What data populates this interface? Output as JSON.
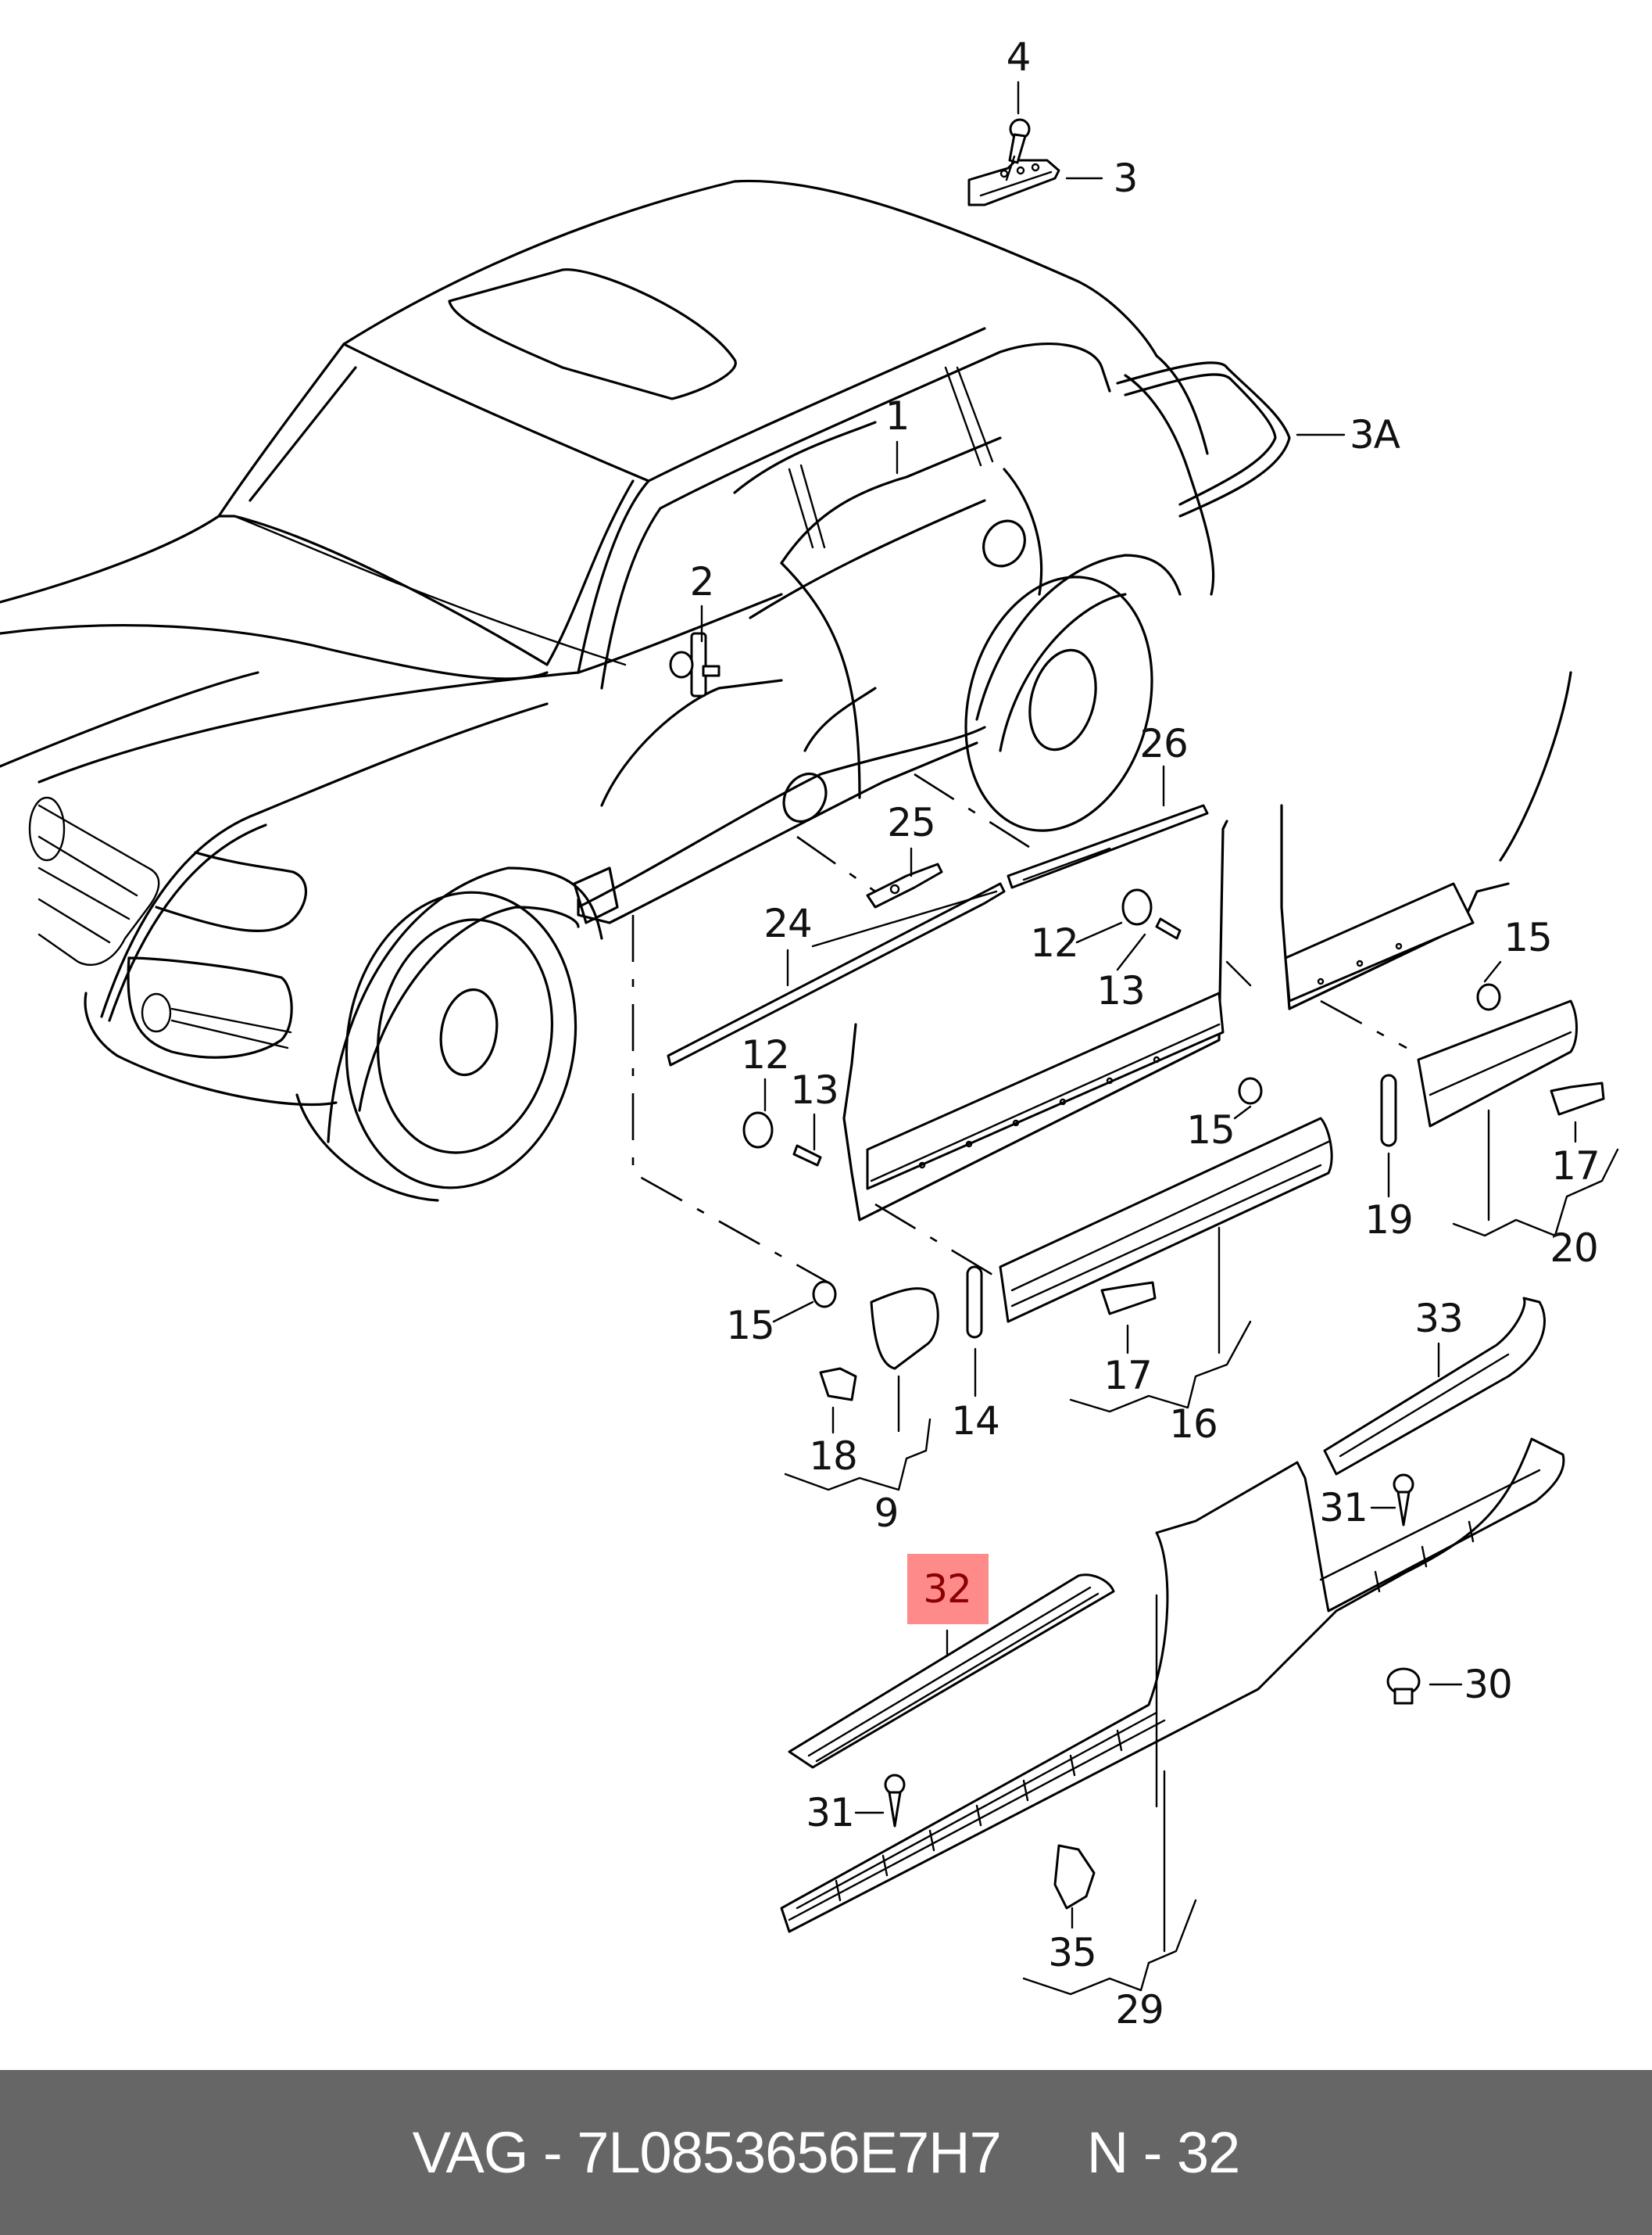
{
  "diagram": {
    "title": "Volkswagen Touareg side sill & moulding parts diagram",
    "highlight_color": "#ff8a8a",
    "highlight_text_color": "#8b0000",
    "highlighted_part": "32",
    "callouts": [
      {
        "id": "4",
        "text": "4"
      },
      {
        "id": "3",
        "text": "3"
      },
      {
        "id": "3A",
        "text": "3A"
      },
      {
        "id": "1",
        "text": "1"
      },
      {
        "id": "2",
        "text": "2"
      },
      {
        "id": "26",
        "text": "26"
      },
      {
        "id": "25",
        "text": "25"
      },
      {
        "id": "24",
        "text": "24"
      },
      {
        "id": "12a",
        "text": "12"
      },
      {
        "id": "13a",
        "text": "13"
      },
      {
        "id": "15a",
        "text": "15"
      },
      {
        "id": "12b",
        "text": "12"
      },
      {
        "id": "13b",
        "text": "13"
      },
      {
        "id": "15b",
        "text": "15"
      },
      {
        "id": "17a",
        "text": "17"
      },
      {
        "id": "19",
        "text": "19"
      },
      {
        "id": "20",
        "text": "20"
      },
      {
        "id": "15c",
        "text": "15"
      },
      {
        "id": "33",
        "text": "33"
      },
      {
        "id": "17b",
        "text": "17"
      },
      {
        "id": "14",
        "text": "14"
      },
      {
        "id": "16",
        "text": "16"
      },
      {
        "id": "18",
        "text": "18"
      },
      {
        "id": "31a",
        "text": "31"
      },
      {
        "id": "9",
        "text": "9"
      },
      {
        "id": "32",
        "text": "32"
      },
      {
        "id": "30",
        "text": "30"
      },
      {
        "id": "31b",
        "text": "31"
      },
      {
        "id": "35",
        "text": "35"
      },
      {
        "id": "29",
        "text": "29"
      }
    ]
  },
  "footer": {
    "brand": "VAG",
    "separator": "-",
    "part_number": "7L0853656E7H7",
    "position_label": "N",
    "position_value": "32"
  }
}
